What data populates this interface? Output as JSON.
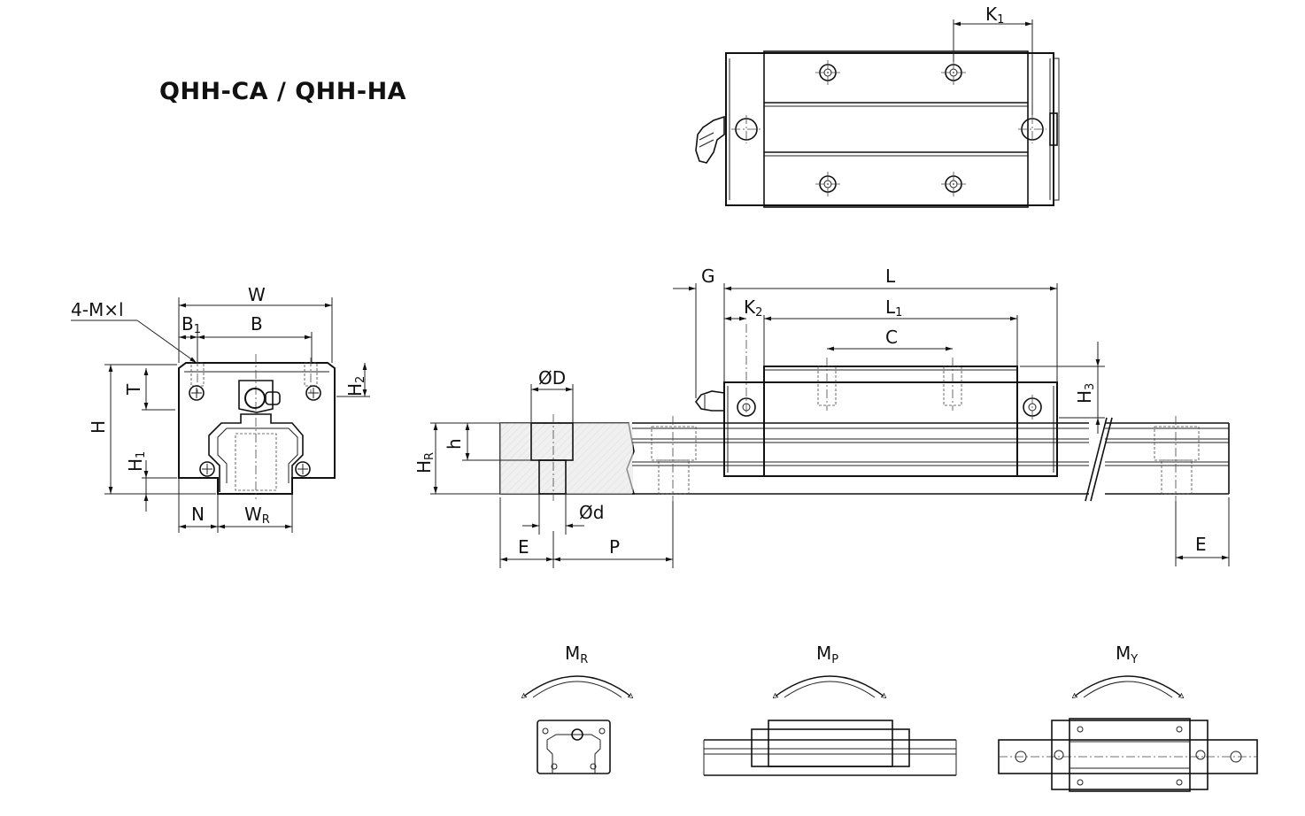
{
  "title": "QHH-CA / QHH-HA",
  "top_view": {
    "labels": {
      "k1": "K",
      "k1_sub": "1"
    }
  },
  "section_view": {
    "labels": {
      "w": "W",
      "m": "4-M×l",
      "b1": "B",
      "b1_sub": "1",
      "b": "B",
      "t": "T",
      "h2": "H",
      "h2_sub": "2",
      "h": "H",
      "h1": "H",
      "h1_sub": "1",
      "n": "N",
      "wr": "W",
      "wr_sub": "R"
    }
  },
  "side_view": {
    "labels": {
      "g": "G",
      "l": "L",
      "k2": "K",
      "k2_sub": "2",
      "l1": "L",
      "l1_sub": "1",
      "c": "C",
      "h3": "H",
      "h3_sub": "3",
      "od": "ØD",
      "hr": "H",
      "hr_sub": "R",
      "hh": "h",
      "odd": "Ød",
      "e_left": "E",
      "p": "P",
      "e_right": "E"
    }
  },
  "moments": {
    "mr": {
      "main": "M",
      "sub": "R"
    },
    "mp": {
      "main": "M",
      "sub": "P"
    },
    "my": {
      "main": "M",
      "sub": "Y"
    }
  }
}
